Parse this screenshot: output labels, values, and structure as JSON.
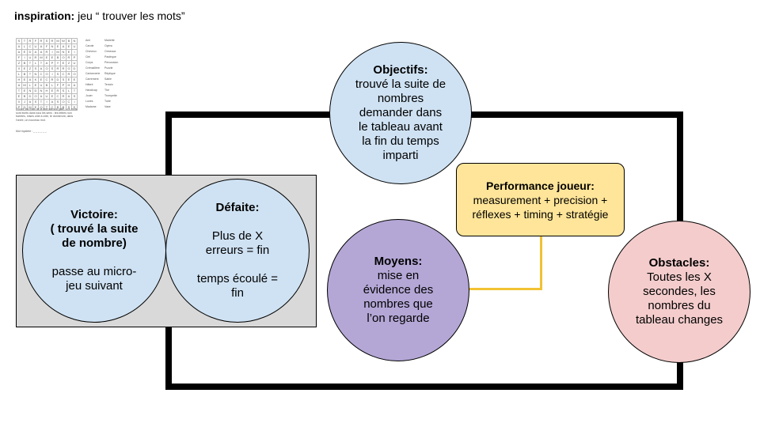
{
  "header": {
    "label": "inspiration:",
    "text": "jeu “ trouver les mots”"
  },
  "thumbnail": {
    "grid_rows": [
      "STRFRSRMWBN",
      "ALCUAFNEAEU",
      "AEDAARIMNEI",
      "FIURMEEBORP",
      "ZBTLTAPYEZU",
      "XEZSAOSRRGD",
      "LBTNCOISCRO",
      "HEAKECRDSEE",
      "AMLEUBLFPHA",
      "TENDNHERSLT",
      "EBDOAUECRAS",
      "XJASTIASOCI",
      "PDMEOTCBBSE"
    ],
    "words_col1": [
      "Ami",
      "Carote",
      "Cheveux",
      "Ciel",
      "Corps",
      "Crémaillère",
      "Cartonnerie",
      "Carrement",
      "Hâbré",
      "Handicap",
      "Jouer",
      "Lunes",
      "Madame"
    ],
    "words_col2": [
      "Mariette",
      "Opéra",
      "Ormeaux",
      "Pastèque",
      "Percussion",
      "Puzzle",
      "Réplique",
      "Sable",
      "Terrain",
      "Thé",
      "Trompette",
      "Tubé",
      "Vase"
    ],
    "instructions": "Trouve les mots de la liste dans la grille. Les mots sont écrits dans tous les sens : tes lettres non barrées, mises côte à côte, te donneront, dans l'ordre, un nouveau mot.",
    "mot_suivre": "Mot mystère : _ _ _ _ _ _"
  },
  "victoire": {
    "title": "Victoire:",
    "subtitle": "( trouvé la suite de nombre)",
    "body": "passe au micro-jeu suivant"
  },
  "defaite": {
    "title": "Défaite:",
    "line1": "Plus de X erreurs = fin",
    "line2": "temps écoulé = fin"
  },
  "objectifs": {
    "title": "Objectifs:",
    "body": "trouvé la suite de nombres demander dans le tableau avant la fin du temps imparti"
  },
  "performance": {
    "title": "Performance joueur:",
    "body": "measurement + precision + réflexes + timing + stratégie"
  },
  "moyens": {
    "title": "Moyens:",
    "body": "mise en évidence des nombres que l’on regarde"
  },
  "obstacles": {
    "title": "Obstacles:",
    "body": "Toutes les X secondes, les nombres du tableau changes"
  },
  "colors": {
    "blue": "#cfe2f3",
    "purple": "#b4a7d6",
    "pink": "#f4cccc",
    "yellow": "#ffe599",
    "connector": "#f1c232",
    "grey": "#d9d9d9"
  }
}
